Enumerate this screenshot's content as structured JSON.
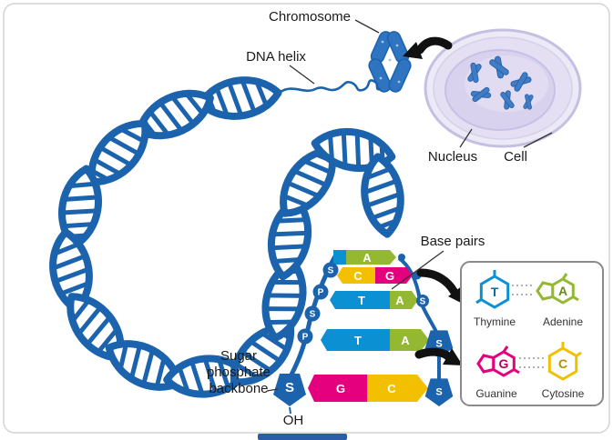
{
  "figure": {
    "labels": {
      "chromosome": "Chromosome",
      "dna_helix": "DNA helix",
      "nucleus": "Nucleus",
      "cell": "Cell",
      "base_pairs": "Base pairs",
      "backbone_lines": [
        "Sugar",
        "phosphate",
        "backbone"
      ],
      "oh": "OH"
    },
    "ladder": {
      "rungs": [
        {
          "a": "A",
          "b": ""
        },
        {
          "a": "C",
          "b": "G"
        },
        {
          "a": "T",
          "b": "A"
        },
        {
          "a": "T",
          "b": "A"
        },
        {
          "a": "G",
          "b": "C"
        }
      ],
      "left_rail": [
        "S",
        "P",
        "S",
        "P"
      ],
      "sugar_label": "S",
      "phosphate_label": "P"
    },
    "inset": {
      "pairs": [
        {
          "left_letter": "T",
          "left_name": "Thymine",
          "right_letter": "A",
          "right_name": "Adenine"
        },
        {
          "left_letter": "G",
          "left_name": "Guanine",
          "right_letter": "C",
          "right_name": "Cytosine"
        }
      ]
    },
    "colors": {
      "dna_blue": "#1c63ae",
      "thymine_blue": "#0c90d4",
      "adenine_green": "#95b832",
      "guanine_pink": "#e5007e",
      "cytosine_yellow": "#f3c000",
      "cell_fill": "#eceaf7",
      "nucleus_fill": "#d9d2ee",
      "arrow_black": "#111111"
    }
  }
}
